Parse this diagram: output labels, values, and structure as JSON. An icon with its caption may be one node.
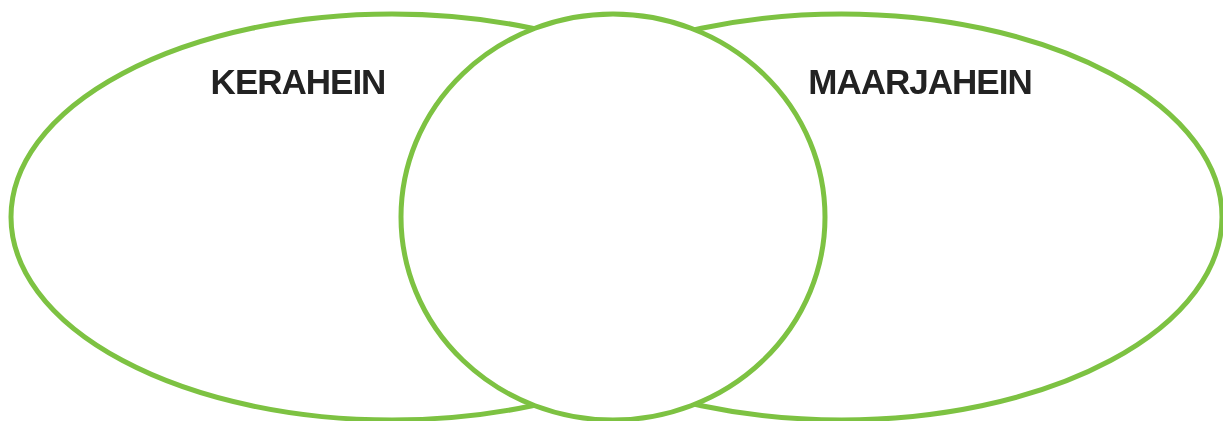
{
  "diagram": {
    "nodes": [
      {
        "text": [
          "KERAHEIN"
        ]
      },
      {
        "text": [],
        "shape": "circle"
      },
      {
        "text": [
          "MAARJAHEIN"
        ]
      }
    ]
  }
}
